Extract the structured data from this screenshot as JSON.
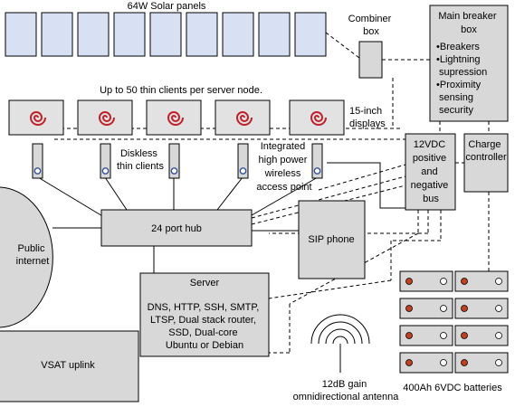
{
  "colors": {
    "panel_fill": "#d8e0f4",
    "box_fill": "#d8d8d8",
    "display_fill": "#e2e2e2",
    "spiral": "#c0202a",
    "client_dot": "#3050a0",
    "battery_terminal": "#c04020",
    "line": "#000000"
  },
  "icons": {
    "display_logo": "debian-swirl-icon",
    "antenna": "antenna-wave-icon"
  },
  "labels": {
    "solar_panels": "64W Solar panels",
    "combiner_box": [
      "Combiner",
      "box"
    ],
    "main_breaker_box": {
      "title": [
        "Main breaker",
        "box"
      ],
      "items": [
        "•Breakers",
        "•Lightning",
        " supression",
        "•Proximity",
        " sensing",
        " security"
      ]
    },
    "thin_clients_note": "Up to 50 thin clients per server node.",
    "displays": [
      "15-inch",
      "displays"
    ],
    "thin_clients": [
      "Diskless",
      "thin clients"
    ],
    "access_point": [
      "Integrated",
      "high power",
      "wireless",
      "access point"
    ],
    "dc_bus": [
      "12VDC",
      "positive",
      "and",
      "negative",
      "bus"
    ],
    "charge_controller": [
      "Charge",
      "controller"
    ],
    "hub": "24 port hub",
    "sip_phone": "SIP phone",
    "public_internet": [
      "Public",
      "internet"
    ],
    "server": {
      "title": "Server",
      "details": [
        "DNS, HTTP, SSH, SMTP,",
        "LTSP, Dual stack router,",
        "SSD, Dual-core",
        "Ubuntu or Debian"
      ]
    },
    "vsat_uplink": "VSAT uplink",
    "antenna": [
      "12dB gain",
      "omnidirectional antenna"
    ],
    "batteries": "400Ah 6VDC batteries"
  }
}
